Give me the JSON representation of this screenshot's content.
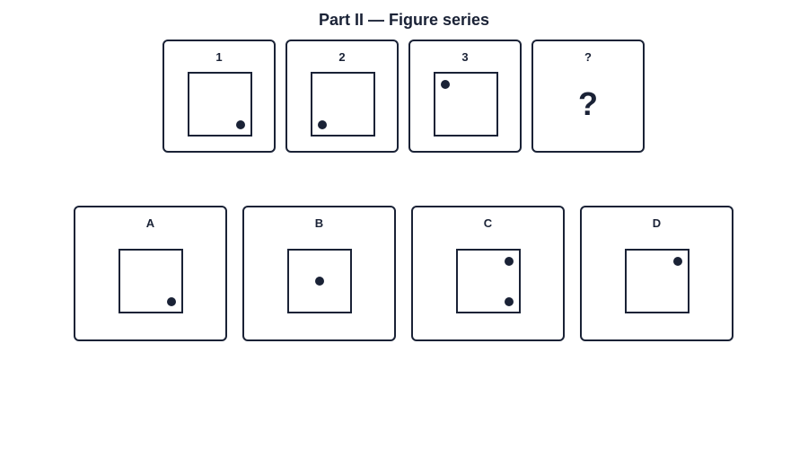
{
  "title": "Part II — Figure series",
  "series": [
    {
      "label": "1",
      "dots": [
        "bottom-right"
      ]
    },
    {
      "label": "2",
      "dots": [
        "bottom-left"
      ]
    },
    {
      "label": "3",
      "dots": [
        "top-left"
      ]
    },
    {
      "label": "?",
      "missing_symbol": "?"
    }
  ],
  "options": [
    {
      "label": "A",
      "dots": [
        "bottom-right"
      ]
    },
    {
      "label": "B",
      "dots": [
        "center"
      ]
    },
    {
      "label": "C",
      "dots": [
        "top-right",
        "bottom-right"
      ]
    },
    {
      "label": "D",
      "dots": [
        "top-right"
      ]
    }
  ],
  "colors": {
    "ink": "#1a2236",
    "background": "#ffffff"
  }
}
